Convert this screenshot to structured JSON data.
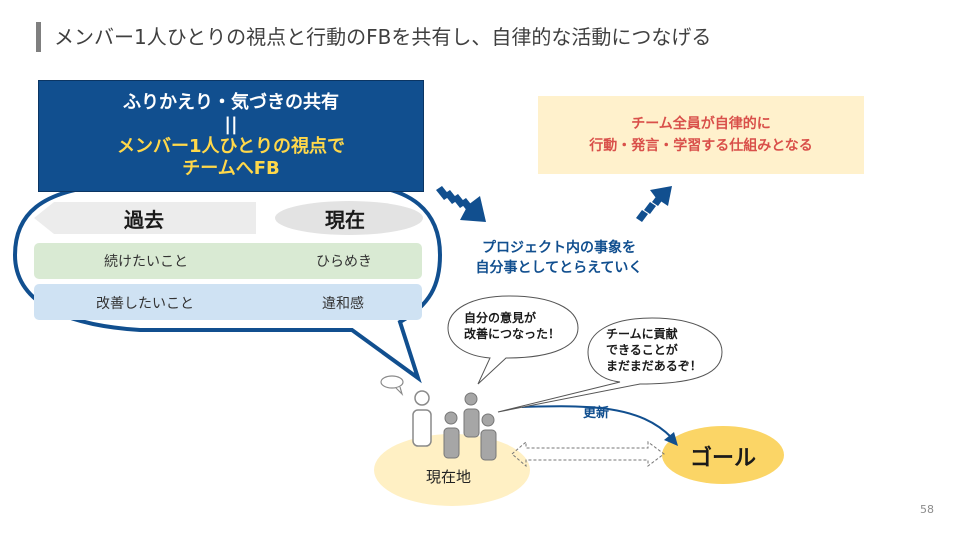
{
  "slide": {
    "title": "メンバー1人ひとりの視点と行動のFBを共有し、自律的な活動につなげる",
    "page_number": "58"
  },
  "sharing_box": {
    "line1": "ふりかえり・気づきの共有",
    "line2": "||",
    "line3": "メンバー1人ひとりの視点で",
    "line4": "チームへFB"
  },
  "timeline": {
    "past_label": "過去",
    "now_label": "現在"
  },
  "rows": [
    {
      "left": "続けたいこと",
      "right": "ひらめき",
      "color": "#d9ead3"
    },
    {
      "left": "改善したいこと",
      "right": "違和感",
      "color": "#cfe2f3"
    }
  ],
  "goal_box": {
    "line1": "チーム全員が自律的に",
    "line2": "行動・発言・学習する仕組みとなる"
  },
  "project_text": {
    "line1": "プロジェクト内の事象を",
    "line2": "自分事としてとらえていく"
  },
  "bubbles": {
    "b1_line1": "自分の意見が",
    "b1_line2": "改善につなった！",
    "b2_line1": "チームに貢献",
    "b2_line2": "できることが",
    "b2_line3": "まだまだあるぞ！"
  },
  "update_label": "更新",
  "goal_label": "ゴール",
  "current_label": "現在地",
  "colors": {
    "navy": "#114f8f",
    "yellow_text": "#ffd84a",
    "goal_fill": "#fbd566",
    "ground_fill": "#fff0c4",
    "goal_box_fill": "#fff1cc",
    "goal_box_text": "#d9504a"
  }
}
